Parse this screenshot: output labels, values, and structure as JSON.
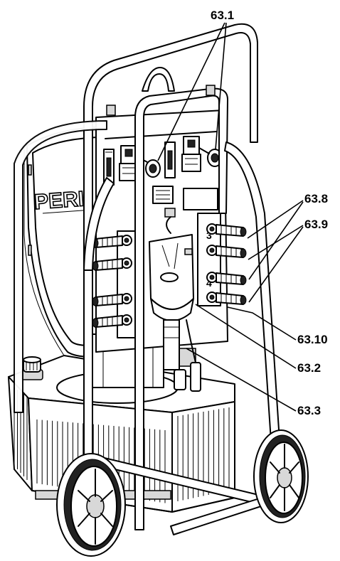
{
  "brand_logo": "PERI",
  "callouts": [
    {
      "id": "c631",
      "label": "63.1"
    },
    {
      "id": "c638",
      "label": "63.8"
    },
    {
      "id": "c639",
      "label": "63.9"
    },
    {
      "id": "c6310",
      "label": "63.10"
    },
    {
      "id": "c632",
      "label": "63.2"
    },
    {
      "id": "c633",
      "label": "63.3"
    }
  ],
  "port_numbers": [
    "3",
    "4"
  ]
}
